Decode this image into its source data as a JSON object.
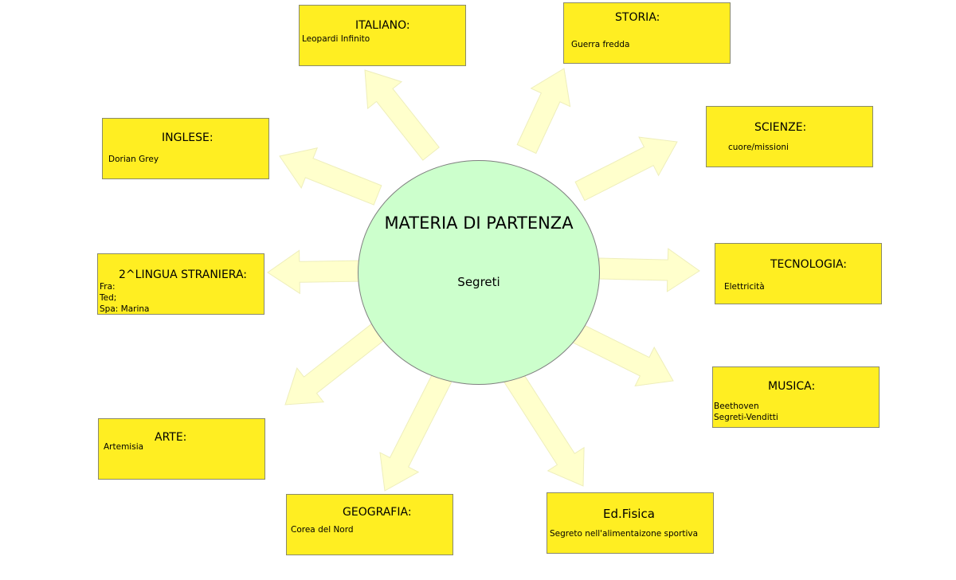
{
  "center": {
    "title": "MATERIA DI PARTENZA",
    "text": "Segreti"
  },
  "colors": {
    "box_fill": "#ffee22",
    "circle_fill": "#ccffcc",
    "arrow_fill": "#ffffcc",
    "arrow_stroke": "#eeeebb"
  },
  "boxes": {
    "italiano": {
      "title": "ITALIANO:",
      "lines": [
        "Leopardi Infinito"
      ]
    },
    "storia": {
      "title": "STORIA:",
      "lines": [
        "Guerra fredda"
      ]
    },
    "scienze": {
      "title": "SCIENZE:",
      "lines": [
        "cuore/missioni"
      ]
    },
    "tecnologia": {
      "title": "TECNOLOGIA:",
      "lines": [
        "Elettricità"
      ]
    },
    "musica": {
      "title": "MUSICA:",
      "lines": [
        "Beethoven",
        "Segreti-Venditti"
      ]
    },
    "edfisica": {
      "title": "Ed.Fisica",
      "lines": [
        "Segreto nell'alimentaizone sportiva"
      ]
    },
    "geografia": {
      "title": "GEOGRAFIA:",
      "lines": [
        "Corea del Nord"
      ]
    },
    "arte": {
      "title": "ARTE:",
      "lines": [
        "Artemisia"
      ]
    },
    "lingua2": {
      "title": "2^LINGUA STRANIERA:",
      "lines": [
        "Fra:",
        "Ted;",
        "Spa: Marina"
      ]
    },
    "inglese": {
      "title": "INGLESE:",
      "lines": [
        "Dorian Grey"
      ]
    }
  }
}
